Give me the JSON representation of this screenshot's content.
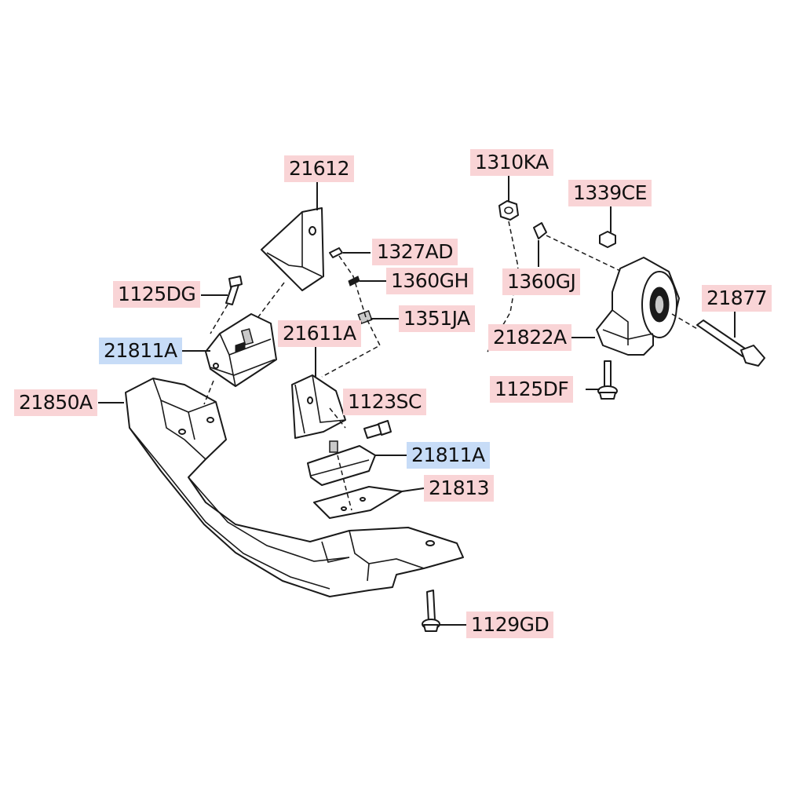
{
  "labels": {
    "p21612": "21612",
    "p1310KA": "1310KA",
    "p1339CE": "1339CE",
    "p1327AD": "1327AD",
    "p1360GH": "1360GH",
    "p1360GJ": "1360GJ",
    "p1125DG": "1125DG",
    "p1351JA": "1351JA",
    "p21877": "21877",
    "p21611A": "21611A",
    "p21822A": "21822A",
    "p21811A_top": "21811A",
    "p1125DF": "1125DF",
    "p21850A": "21850A",
    "p1123SC": "1123SC",
    "p21811A_bottom": "21811A",
    "p21813": "21813",
    "p1129GD": "1129GD"
  },
  "colors": {
    "label_red": "#f9d4d6",
    "label_blue": "#c7dcf7",
    "line": "#1a1a1a"
  }
}
